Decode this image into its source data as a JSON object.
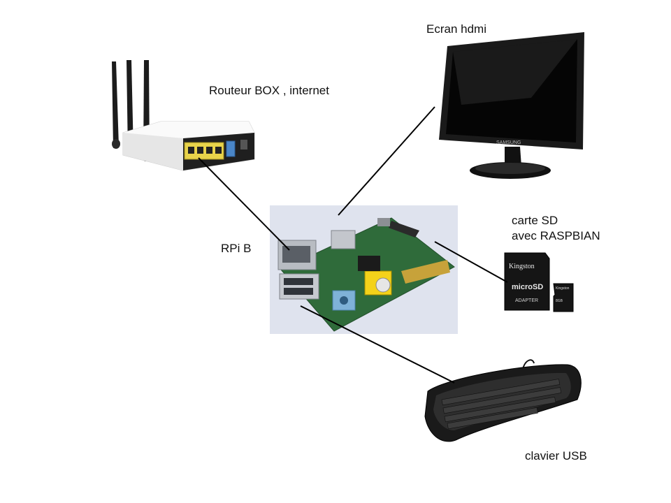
{
  "labels": {
    "monitor": "Ecran hdmi",
    "router": "Routeur BOX , internet",
    "rpi": "RPi B",
    "sd_line1": "carte SD",
    "sd_line2": "avec RASPBIAN",
    "keyboard": "clavier USB"
  },
  "devices": {
    "monitor_brand": "SAMSUNG",
    "sd_adapter_brand": "Kingston",
    "sd_adapter_text": "microSD",
    "sd_adapter_label": "ADAPTER",
    "microsd_brand": "Kingston",
    "microsd_capacity": "8GB"
  },
  "colors": {
    "connector_line": "#000000",
    "pcb_green": "#2f6b3a",
    "photo_bg": "#dfe3ee",
    "router_port_yellow": "#e8d34a",
    "router_port_blue": "#4a86c8"
  }
}
